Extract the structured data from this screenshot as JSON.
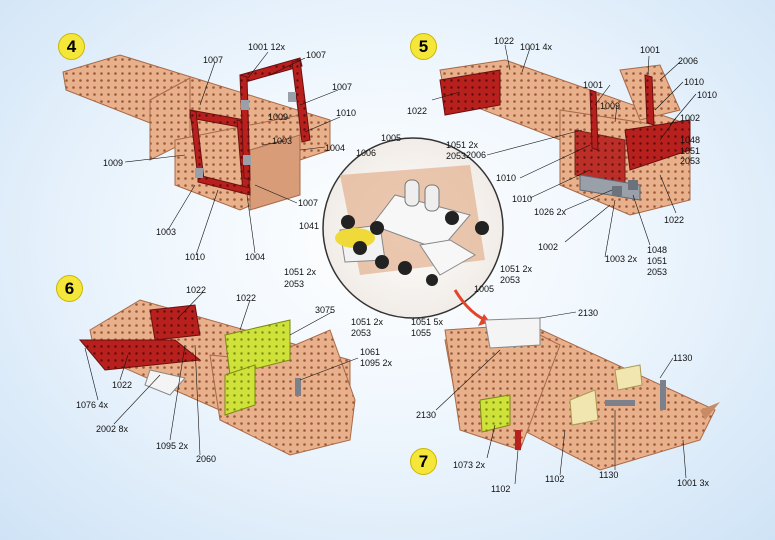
{
  "steps": {
    "s4": {
      "number": "4",
      "labels": {
        "l1007a": "1007",
        "l1001": "1001 12x",
        "l1007b": "1007",
        "l1007c": "1007",
        "l1009a": "1009",
        "l1010": "1010",
        "l1003a": "1003",
        "l1004a": "1004",
        "l1009b": "1009",
        "l1007d": "1007",
        "l1003b": "1003",
        "l1010b": "1010",
        "l1004b": "1004"
      }
    },
    "s5": {
      "number": "5",
      "labels": {
        "l1022a": "1022",
        "l1001a": "1001 4x",
        "l1001b": "1001",
        "l2006a": "2006",
        "l1001c": "1001",
        "l1010a": "1010",
        "l1010b": "1010",
        "l1022b": "1022",
        "l1009": "1009",
        "l1002a": "1002",
        "l1048a": "1048",
        "l1051a": "1051",
        "l2053a": "2053",
        "l2006b": "2006",
        "l1010c": "1010",
        "l1010d": "1010",
        "l1026": "1026 2x",
        "l1022c": "1022",
        "l1002b": "1002",
        "l1003": "1003 2x",
        "l1048b": "1048",
        "l1051b": "1051",
        "l2053b": "2053"
      }
    },
    "detail": {
      "labels": {
        "l1005a": "1005",
        "l1051a": "1051 2x",
        "l2053a": "2053",
        "l1006": "1006",
        "l1041": "1041",
        "l1051b": "1051 2x",
        "l2053b": "2053",
        "l1051c": "1051 2x",
        "l2053c": "2053",
        "l1005b": "1005",
        "l1051d": "1051 2x",
        "l2053d": "2053",
        "l1051e": "1051 5x",
        "l1055": "1055"
      }
    },
    "s6": {
      "number": "6",
      "labels": {
        "l1022a": "1022",
        "l1022b": "1022",
        "l3075": "3075",
        "l1061": "1061",
        "l1095a": "1095 2x",
        "l1076": "1076 4x",
        "l1022c": "1022",
        "l2002": "2002 8x",
        "l1095b": "1095 2x",
        "l2060": "2060"
      }
    },
    "s7": {
      "number": "7",
      "labels": {
        "l2130a": "2130",
        "l1130a": "1130",
        "l2130b": "2130",
        "l1073": "1073 2x",
        "l1102a": "1102",
        "l1102b": "1102",
        "l1130b": "1130",
        "l1001": "1001 3x"
      }
    }
  },
  "colors": {
    "part_orange": "#e9b08c",
    "part_orange_dark": "#c98a66",
    "part_red": "#b8201e",
    "part_yellow": "#cfe23a",
    "part_white": "#f4f4f4",
    "arrow_red": "#e2462a",
    "badge_yellow": "#f5e63a"
  }
}
